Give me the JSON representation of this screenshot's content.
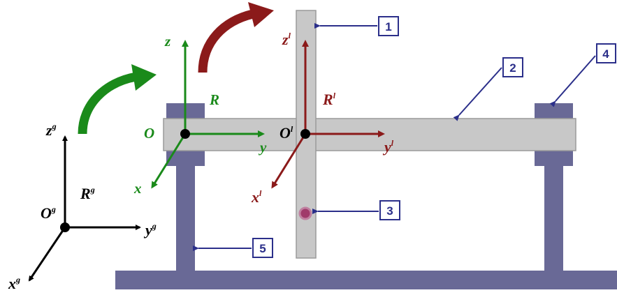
{
  "colors": {
    "structure": "#696996",
    "beam": "#c8c8c8",
    "beam_stroke": "#9a9a9a",
    "global_frame": "#000000",
    "frame_r": "#1a8a1a",
    "frame_r1": "#8b1a1a",
    "rotation_green": "#1a8a1a",
    "rotation_red": "#8b1a1a",
    "callout": "#2b2f8a",
    "sensor": "#a03a6a"
  },
  "global_frame": {
    "origin": "O",
    "origin_sup": "g",
    "name": "R",
    "name_sup": "g",
    "x": "x",
    "x_sup": "g",
    "y": "y",
    "y_sup": "g",
    "z": "z",
    "z_sup": "g"
  },
  "frame_r": {
    "origin": "O",
    "name": "R",
    "x": "x",
    "y": "y",
    "z": "z"
  },
  "frame_r1": {
    "origin": "O",
    "origin_sup": "l",
    "name": "R",
    "name_sup": "l",
    "x": "x",
    "x_sup": "l",
    "y": "y",
    "y_sup": "l",
    "z": "z",
    "z_sup": "l"
  },
  "callouts": [
    "1",
    "2",
    "3",
    "4",
    "5"
  ]
}
